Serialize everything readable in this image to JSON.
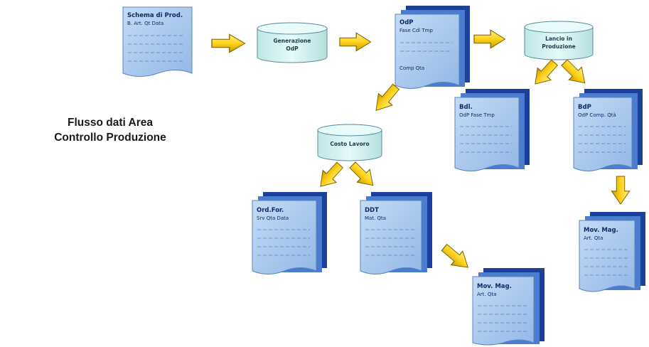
{
  "title": {
    "line1": "Flusso dati Area",
    "line2": "Controllo Produzione"
  },
  "colors": {
    "page": "#a9c8ee",
    "stack_back": "#1b3f9a",
    "stack_mid": "#4a7cd0",
    "cylinder": "#d4f2f2",
    "arrow": "#ffd21a"
  },
  "documents": {
    "schema": {
      "heading": "Schema di Prod.",
      "columns": "B. Art. Qt Data"
    },
    "odp": {
      "heading": "OdP",
      "columns": "Fase Cdl Tmp",
      "footer": "Comp  Qta"
    },
    "bdl": {
      "heading": "Bdl.",
      "columns": "OdP Fase Tmp"
    },
    "bdp": {
      "heading": "BdP",
      "columns": "OdP Comp. Qtà"
    },
    "ordfor": {
      "heading": "Ord.For.",
      "columns": "Srv Qta Data"
    },
    "ddt": {
      "heading": "DDT",
      "columns": "Mat. Qta"
    },
    "movmag1": {
      "heading": "Mov. Mag.",
      "columns": "Art. Qta"
    },
    "movmag2": {
      "heading": "Mov. Mag.",
      "columns": "Art. Qta"
    }
  },
  "processes": {
    "generazione": {
      "line1": "Generazione",
      "line2": "OdP"
    },
    "lancio": {
      "line1": "Lancio  in",
      "line2": "Produzione"
    },
    "costo": {
      "line1": "Costo Lavoro",
      "line2": ""
    }
  }
}
